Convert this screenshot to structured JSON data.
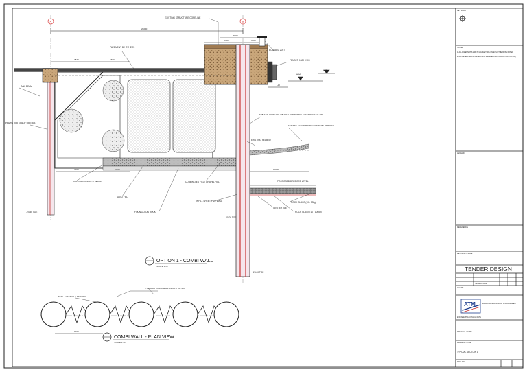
{
  "drawing": {
    "section_title": "OPTION 1 - COMBI WALL",
    "section_scale": "SCALE 1:50",
    "plan_title": "COMBI WALL - PLAN VIEW",
    "plan_scale": "SCALE 1:50",
    "labels": {
      "existing_structure_copeline": "EXISTING STRUCTURE COPELINE",
      "pavement_by_others": "PAVEMENT BY OTHERS",
      "bollard_200t": "BOLLARD 200T",
      "fender_panel": "FENDER 1500 H100",
      "hat": "HAT",
      "lat": "LAT",
      "hwl": "HWL",
      "rail_beam": "RAIL BEAM",
      "pile_tie_rod": "PILE TIE ROD 100Ø AT 3000 CRS",
      "tubular_combi_wall": "TUBULAR COMBI WALL Ø1200 X 20 THK INFILL SHEET PILE AZ26-700",
      "existing_scour_protection": "EXISTING SCOUR PROTECTION TO BE REMOVED",
      "existing_seabed": "EXISTING SEABED",
      "existing_caisson": "EXISTING CAISSON TO REMAIN",
      "sand_fill": "SAND FILL",
      "compacted_fill": "COMPACTED FILL / GRAVEL FILL",
      "infill_sheet_pile": "INFILL SHEET PILE WALL",
      "foundation_rock": "FOUNDATION ROCK",
      "proposed_dredged_level": "PROPOSED DREDGED LEVEL",
      "geotextile": "GEOTEXTILE",
      "rock_class_1": "ROCK CLASS (10 - 50kg)",
      "rock_class_2": "ROCK CLASS (10 - 100kg)",
      "tubular_combi_wall_plan": "TUBULAR COMBI WALL Ø1200 X 20 THK",
      "infill_sheet_pile_plan": "INFILL SHEET PILE AZ26-700",
      "toe_1": "-24.50 TOE",
      "toe_2": "-20.00 TOE",
      "toe_3": "-28.00 TOE",
      "grid_a": "A",
      "grid_b": "B"
    },
    "dimensions": {
      "d1": "26000",
      "d2": "6000",
      "d3": "7870",
      "d4": "1500",
      "d5": "4750",
      "d6": "3500",
      "d7": "7900",
      "d8": "3200",
      "d9": "10000",
      "d10": "1200"
    }
  },
  "title_block": {
    "box_1_header": "KEY PLAN",
    "box_2_header": "NOTES",
    "notes": [
      "1. ALL DIMENSIONS ARE IN MILLIMETERS UNLESS OTHERWISE NOTED",
      "2. ALL LEVELS ARE IN METERS AND REFERENCED TO CHART DATUM (CD)"
    ],
    "box_3_header": "LEGEND",
    "box_4_header": "REFERENCE",
    "box_5_header": "REVISION / ISSUE",
    "status": "TENDER DESIGN",
    "status_row": "TENDER ISSUE",
    "client_header": "CLIENT",
    "company_logo": "ATM",
    "company_name": "ADVANCED TECHNOLOGY & MANAGEMENT",
    "consultant": "ENGINEERING CONSULTANTS",
    "project_header": "PROJECT / NAME",
    "drawing_title_header": "DRAWING TITLE",
    "drawing_title": "TYPICAL SECTION A",
    "drawing_no_header": "DWG. NO."
  }
}
